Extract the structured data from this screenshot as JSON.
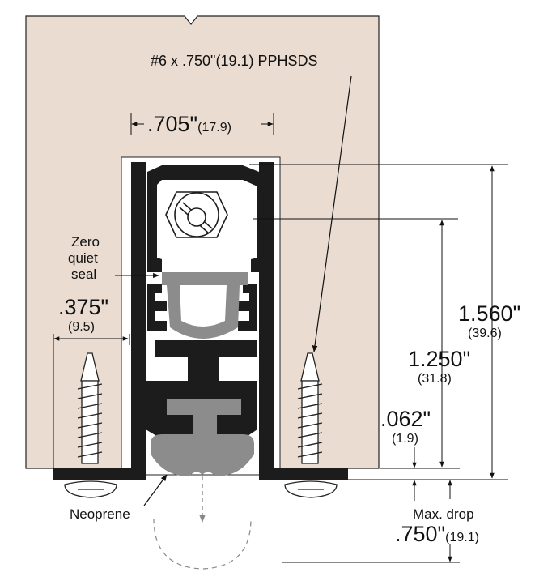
{
  "labels": {
    "screw_spec": "#6 x .750\"(19.1) PPHSDS",
    "width_in": ".705\"",
    "width_mm": "(17.9)",
    "zero_quiet_seal_1": "Zero",
    "zero_quiet_seal_2": "quiet",
    "zero_quiet_seal_3": "seal",
    "offset_in": ".375\"",
    "offset_mm": "(9.5)",
    "height_total_in": "1.560\"",
    "height_total_mm": "(39.6)",
    "height_mid_in": "1.250\"",
    "height_mid_mm": "(31.8)",
    "gap_in": ".062\"",
    "gap_mm": "(1.9)",
    "neoprene": "Neoprene",
    "max_drop_label": "Max. drop",
    "max_drop_in": ".750\"",
    "max_drop_mm": "(19.1)"
  },
  "colors": {
    "door": "#eadcd0",
    "extrusion": "#1c1c1c",
    "gasket": "#8c8c8c",
    "line": "#111111"
  }
}
